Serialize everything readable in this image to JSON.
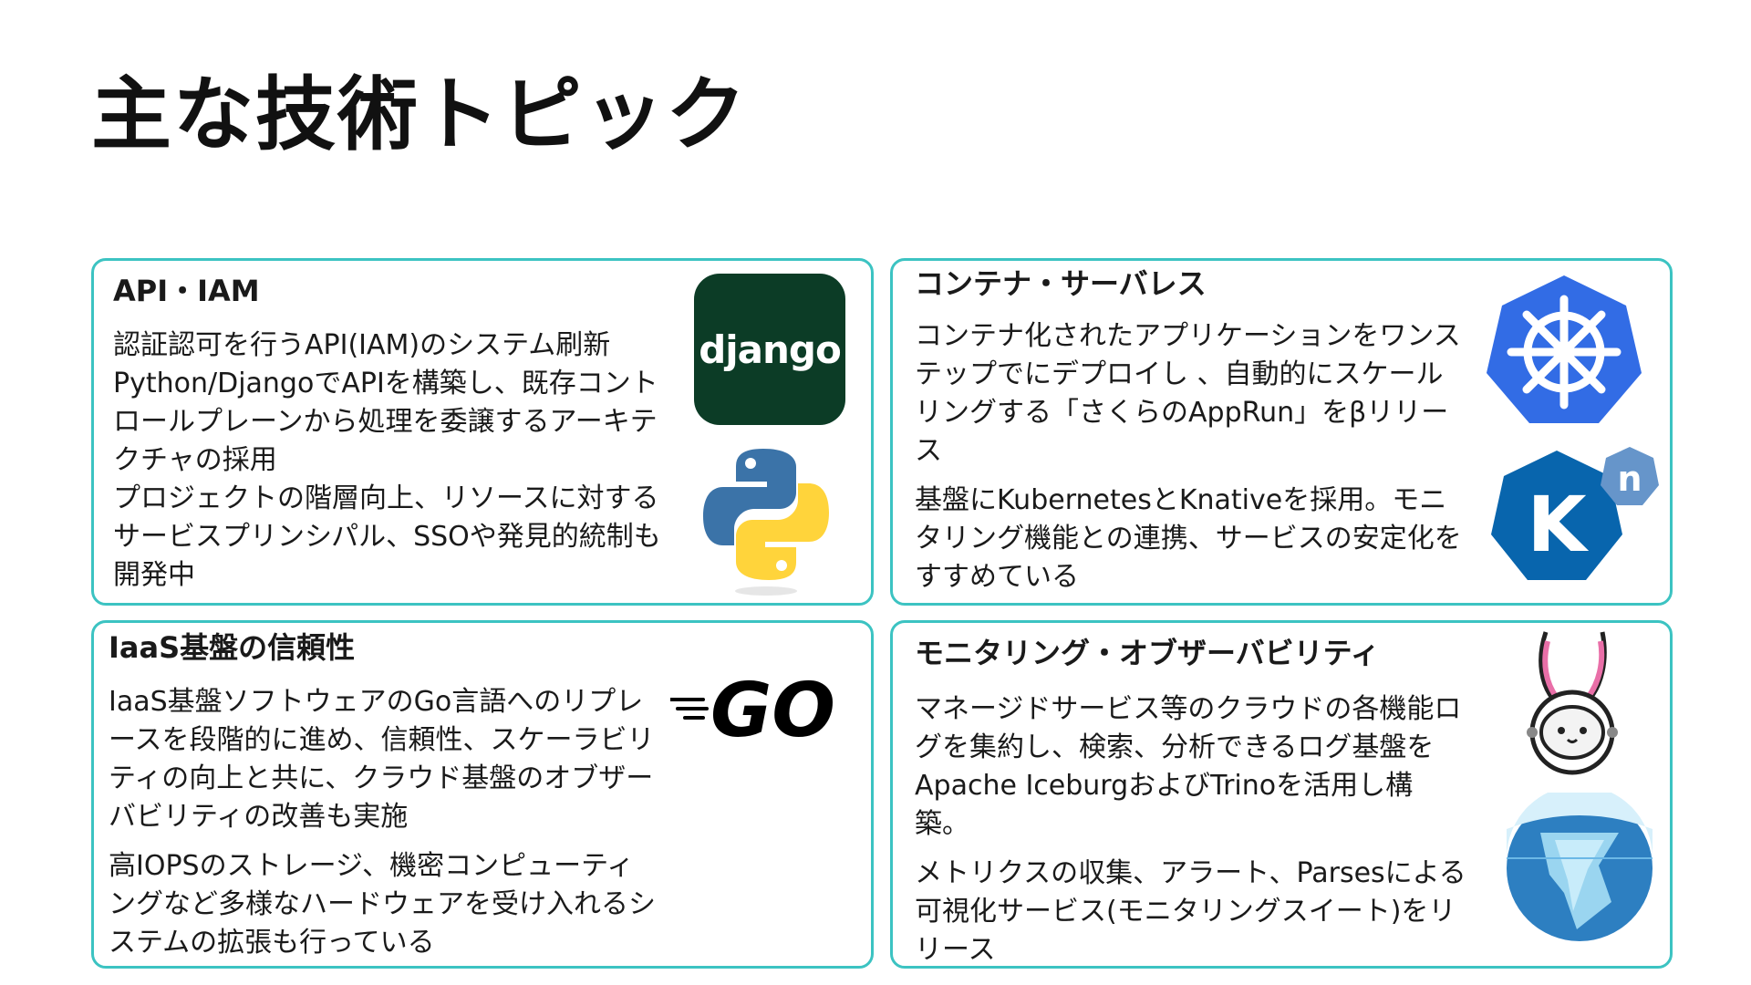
{
  "page": {
    "title": "主な技術トピック"
  },
  "cards": {
    "api_iam": {
      "title": "API・IAM",
      "paragraphs": [
        "認証認可を行うAPI(IAM)のシステム刷新Python/DjangoでAPIを構築し、既存コントロールプレーンから処理を委譲するアーキテクチャの採用",
        "プロジェクトの階層向上、リソースに対するサービスプリンシパル、SSOや発見的統制も開発中"
      ],
      "logos": {
        "django": "django",
        "python_icon": "python-icon"
      }
    },
    "container": {
      "title": "コンテナ・サーバレス",
      "paragraphs": [
        "コンテナ化されたアプリケーションをワンステップでにデプロイし 、自動的にスケールリングする「さくらのAppRun」をβリリース",
        "基盤にKubernetesとKnativeを採用。モニタリング機能との連携、サービスの安定化をすすめている"
      ],
      "logos": {
        "kubernetes_icon": "kubernetes-icon",
        "knative_letter": "K",
        "knative_badge": "n"
      }
    },
    "iaas": {
      "title": "IaaS基盤の信頼性",
      "paragraphs": [
        "IaaS基盤ソフトウェアのGo言語へのリプレースを段階的に進め、信頼性、スケーラビリティの向上と共に、クラウド基盤のオブザーバビリティの改善も実施",
        "高IOPSのストレージ、機密コンピューティングなど多様なハードウェアを受け入れるシステムの拡張も行っている"
      ],
      "logos": {
        "go": "GO"
      }
    },
    "monitoring": {
      "title": "モニタリング・オブザーバビリティ",
      "paragraphs": [
        "マネージドサービス等のクラウドの各機能ログを集約し、検索、分析できるログ基盤をApache IceburgおよびTrinoを活用し構築。",
        "メトリクスの収集、アラート、Parsesによる可視化サービス(モニタリングスイート)をリリース"
      ],
      "logos": {
        "rabbit_icon": "astronaut-rabbit-icon",
        "iceberg_icon": "iceberg-icon"
      }
    }
  },
  "colors": {
    "card_border": "#3cc3c2",
    "django_bg": "#0c3c26",
    "python_blue": "#3b73a8",
    "python_yellow": "#ffd43b",
    "kubernetes_blue": "#326ce5",
    "knative_blue": "#0865ad",
    "knative_badge": "#6695ca",
    "go_black": "#000000",
    "iceberg_blue": "#2d7fc1"
  }
}
